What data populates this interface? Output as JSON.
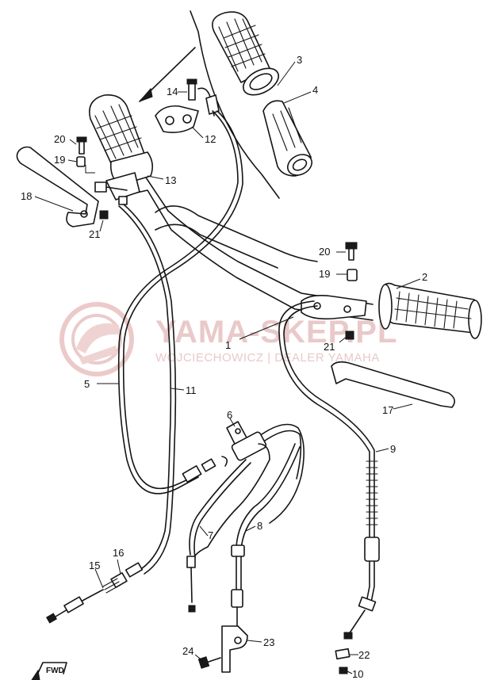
{
  "diagram": {
    "watermark": {
      "logo": "yamaha-skep-logo",
      "line1": "YAMA-SKEP.PL",
      "line2": "WOJCIECHOWICZ | DEALER YAMAHA",
      "color": "#e9c9c9"
    },
    "direction_badge": "FWD",
    "labels": {
      "p1": "1",
      "p2": "2",
      "p3": "3",
      "p4": "4",
      "p5": "5",
      "p6": "6",
      "p7": "7",
      "p8": "8",
      "p9": "9",
      "p10": "10",
      "p11": "11",
      "p12": "12",
      "p13": "13",
      "p14": "14",
      "p15": "15",
      "p16": "16",
      "p17": "17",
      "p18": "18",
      "p19a": "19",
      "p19b": "19",
      "p20a": "20",
      "p20b": "20",
      "p21a": "21",
      "p21b": "21",
      "p22": "22",
      "p23": "23",
      "p24": "24"
    },
    "ink_color": "#151515"
  }
}
